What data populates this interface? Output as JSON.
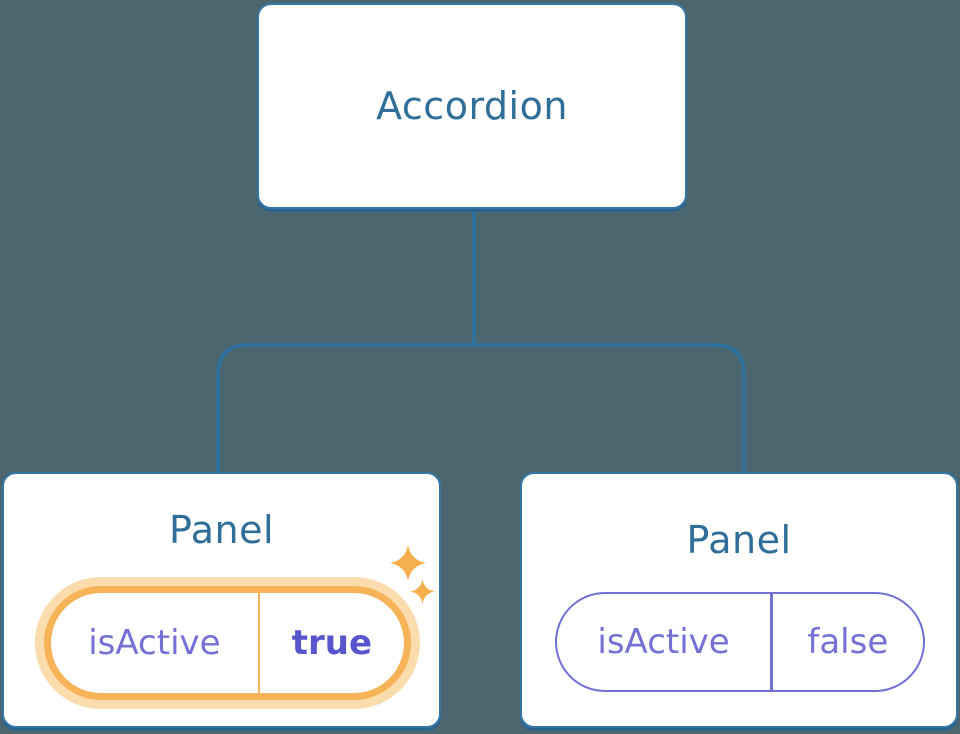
{
  "diagram": {
    "type": "component-tree",
    "root": {
      "label": "Accordion"
    },
    "children": [
      {
        "label": "Panel",
        "state": {
          "key": "isActive",
          "value": "true"
        },
        "highlighted": true,
        "badge_icon": "sparkle-icon"
      },
      {
        "label": "Panel",
        "state": {
          "key": "isActive",
          "value": "false"
        },
        "highlighted": false
      }
    ],
    "colors": {
      "background": "#4C6670",
      "node_border": "#3577A4",
      "node_shadow": "#2C638C",
      "node_text": "#2F6E98",
      "connector": "#2E72A2",
      "state_text": "#7470D5",
      "state_value_active": "#5955CE",
      "state_border_active": "#F6B357",
      "state_glow_active": "#FBDCAD",
      "state_divider_active": "#F4B45F",
      "state_border_inactive": "#7370D4",
      "sparkle": "#F5AF4D"
    }
  }
}
